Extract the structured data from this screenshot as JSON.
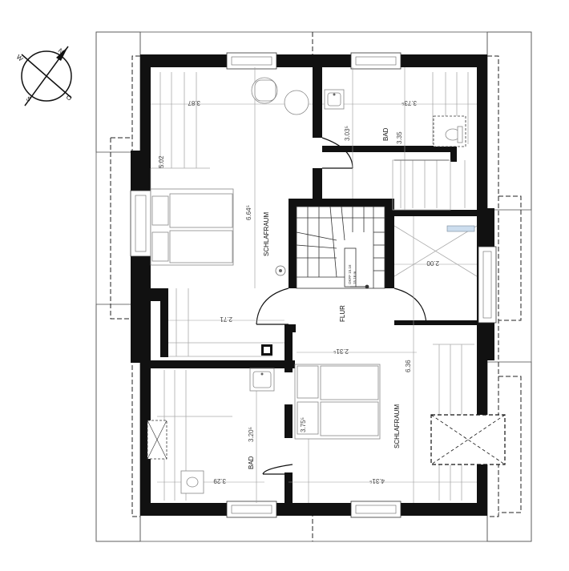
{
  "compass": {
    "letters": [
      "N",
      "O",
      "S",
      "W"
    ]
  },
  "rooms": [
    {
      "id": "schlafraum-top",
      "label": "SCHLAFRAUM"
    },
    {
      "id": "bad-top",
      "label": "BAD"
    },
    {
      "id": "flur",
      "label": "FLUR"
    },
    {
      "id": "schlafraum-bottom",
      "label": "SCHLAFRAUM"
    },
    {
      "id": "bad-bottom",
      "label": "BAD"
    }
  ],
  "dimensions": {
    "top_left_width": "3.87",
    "top_left_depth": "5.02",
    "top_left_height": "6.64⁵",
    "top_right_width": "3.73⁵",
    "top_bad_left": "3.03⁵",
    "top_bad_right": "3.35",
    "mid_left": "2.71",
    "mid_right": "2.00",
    "center_width": "2.31⁵",
    "right_vertical": "6.36",
    "bottom_center_vertical": "3.75⁵",
    "bottom_bad_height": "3.20⁵",
    "bottom_bad_width": "3.29",
    "bottom_right_width": "4.31⁵"
  },
  "stair_note": [
    "OKFF 15.16",
    "15.16 m"
  ]
}
